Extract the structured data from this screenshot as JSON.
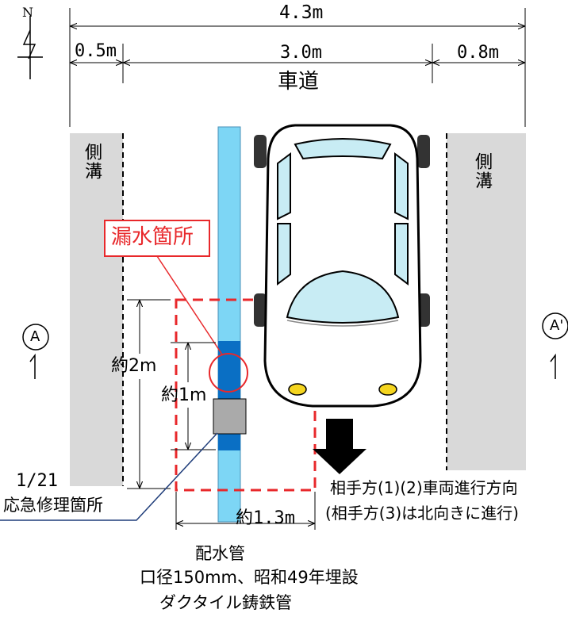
{
  "dimensions": {
    "total_width": "4.3m",
    "left_shoulder": "0.5m",
    "road_width": "3.0m",
    "right_shoulder": "0.8m"
  },
  "road_label": "車道",
  "gutter_left": "側溝",
  "gutter_right": "側溝",
  "leak_label": "漏水箇所",
  "approx_2m": "約2m",
  "approx_1m": "約1m",
  "approx_13m": "約1.3m",
  "repair_date": "1/21",
  "repair_label": "応急修理箇所",
  "section_left": "A",
  "section_right": "A'",
  "north_label": "N",
  "direction_line1": "相手方(1)(2)車両進行方向",
  "direction_line2": "(相手方(3)は北向きに進行)",
  "pipe_label": "配水管",
  "pipe_spec1": "口径150mm、昭和49年埋設",
  "pipe_spec2": "ダクタイル鋳鉄管",
  "colors": {
    "pipe": "#7dd6f5",
    "pipe_dark": "#0a6fc4",
    "gutter": "#d9d9d9",
    "leak": "#e8282b",
    "headlight": "#f5d51f"
  }
}
